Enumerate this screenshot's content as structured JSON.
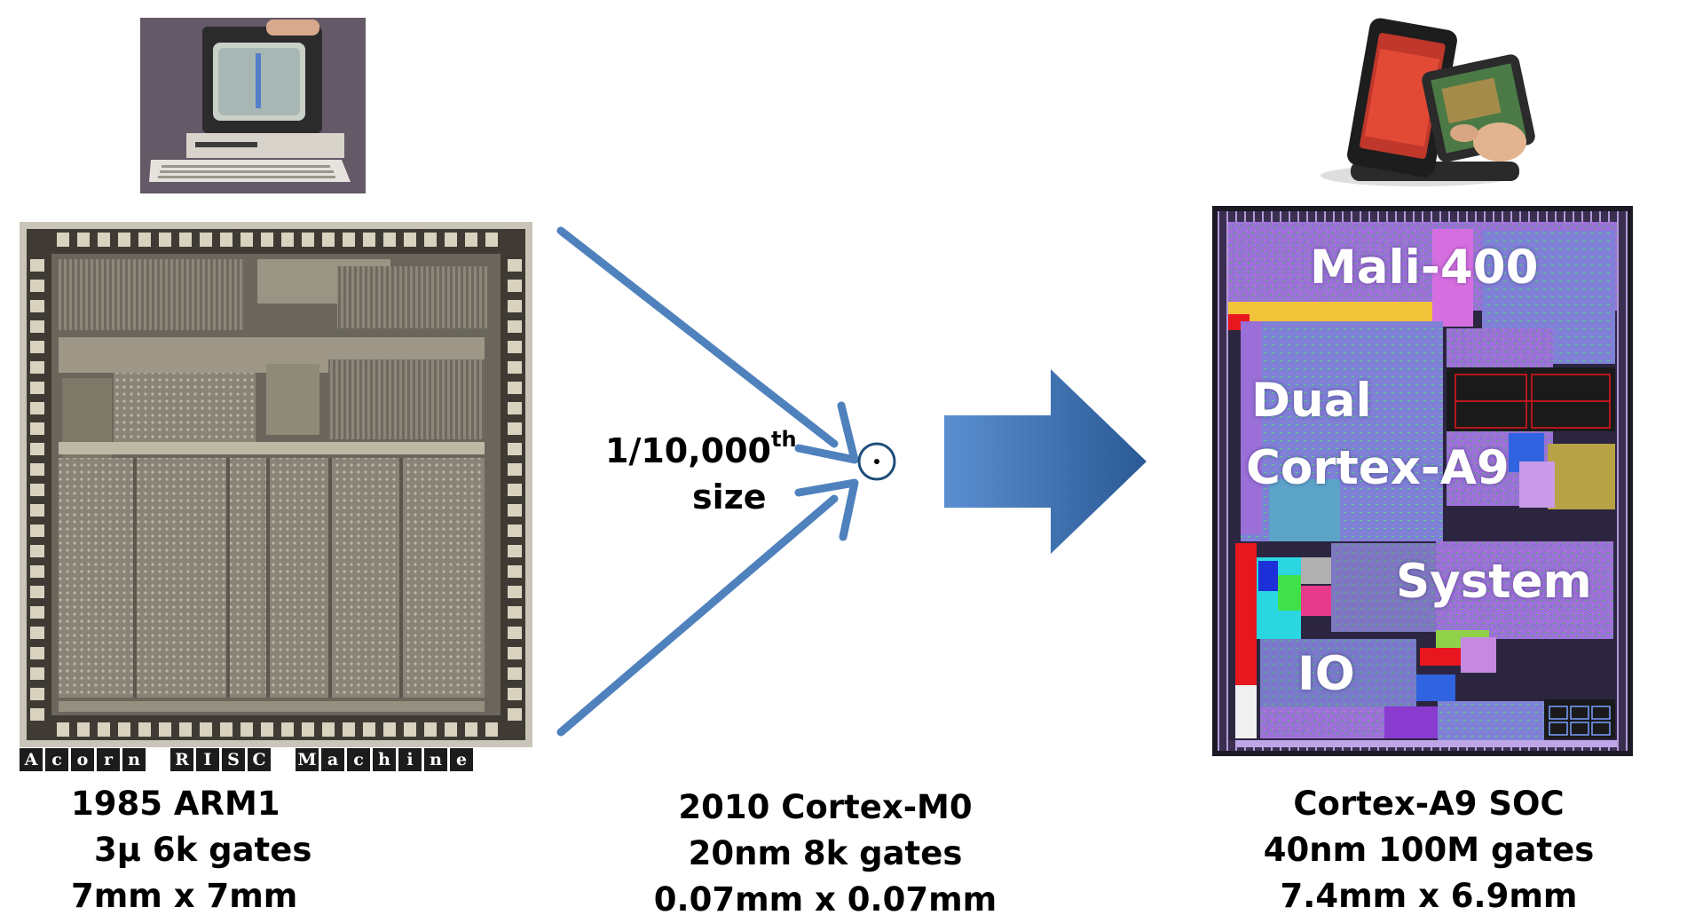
{
  "left_chip": {
    "banner_text": "Acorn RISC Machine",
    "caption_lines": [
      "1985 ARM1",
      "3μ 6k gates",
      "7mm x 7mm"
    ]
  },
  "middle": {
    "ratio_text": "1/10,000",
    "ratio_superscript": "th",
    "ratio_word": "size",
    "caption_lines": [
      "2010 Cortex-M0",
      "20nm 8k gates",
      "0.07mm x 0.07mm"
    ]
  },
  "right_chip": {
    "block_labels": {
      "mali": "Mali-400",
      "dual_line1": "Dual",
      "dual_line2": "Cortex-A9",
      "system": "System",
      "io": "IO"
    },
    "caption_lines": [
      "Cortex-A9 SOC",
      "40nm 100M gates",
      "7.4mm x 6.9mm"
    ]
  },
  "colors": {
    "arrow_blue": "#4f81bd",
    "arrow_dark": "#1f4e79",
    "soc_purple": "#9b6fd6",
    "soc_green": "#4cc24a"
  }
}
